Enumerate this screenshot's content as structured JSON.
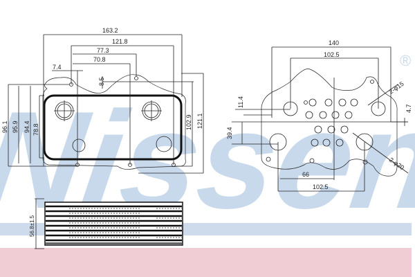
{
  "watermark": {
    "text": "Nissens",
    "registered": "®",
    "color": "#c9d9ec"
  },
  "bands": {
    "blue": "#cddbec",
    "pink": "#f0cdd5"
  },
  "front_view": {
    "dims": {
      "overall_width": "163.2",
      "mount_span": "121.8",
      "hole_offset_a": "77.3",
      "hole_offset_b": "70.8",
      "edge_offset": "7.4",
      "tab_height": "8.5",
      "height_outer": "96.1",
      "height_b": "95.9",
      "height_c": "94.4",
      "height_inner": "78.8",
      "height_right": "102.9",
      "height_total": "121.1"
    }
  },
  "side_view": {
    "dims": {
      "thickness": "56.8±1.5"
    }
  },
  "rear_view": {
    "dims": {
      "overall_width": "140",
      "port_span_top": "102.5",
      "port_offset": "11.4",
      "vertical_offset": "39.4",
      "right_offset": "4.7",
      "center_offset": "66",
      "port_span_bottom": "102.5",
      "small_ports": "2-φ15",
      "large_ports": "2-φ20"
    }
  }
}
